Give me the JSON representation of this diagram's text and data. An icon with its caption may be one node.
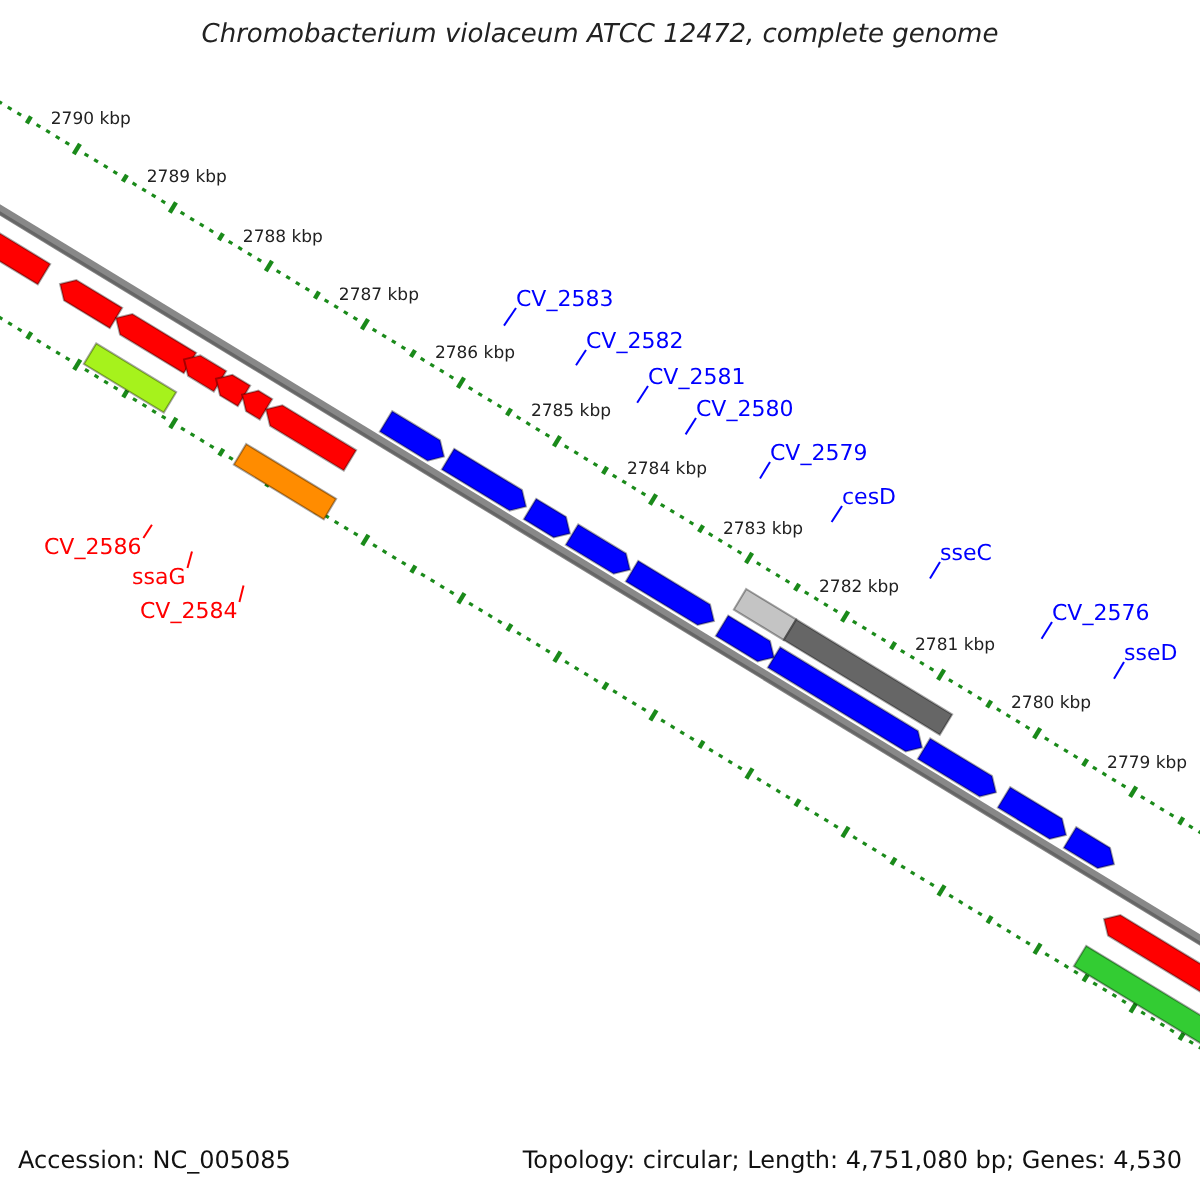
{
  "diagram": {
    "title": "Chromobacterium violaceum ATCC 12472, complete genome",
    "nodes": [
      {
        "text": [
          "CV_2583"
        ]
      },
      {
        "text": [
          "CV_2582"
        ]
      },
      {
        "text": [
          "CV_2581"
        ]
      },
      {
        "text": [
          "CV_2580"
        ]
      },
      {
        "text": [
          "CV_2579"
        ]
      },
      {
        "text": [
          "cesD"
        ]
      },
      {
        "text": [
          "CV_2586"
        ]
      },
      {
        "text": [
          "sseC"
        ]
      },
      {
        "text": [
          "ssaG"
        ]
      },
      {
        "text": [
          "CV_2584"
        ]
      },
      {
        "text": [
          "CV_2576"
        ]
      },
      {
        "text": [
          "sseD"
        ]
      }
    ],
    "edges": [
      {
        "from": 0,
        "to": null,
        "arrow": "none"
      },
      {
        "from": 1,
        "to": null,
        "arrow": "none"
      },
      {
        "from": 2,
        "to": null,
        "arrow": "none"
      },
      {
        "from": 3,
        "to": null,
        "arrow": "none"
      },
      {
        "from": 4,
        "to": null,
        "arrow": "none"
      },
      {
        "from": 5,
        "to": null,
        "arrow": "none"
      },
      {
        "from": 6,
        "to": null,
        "arrow": "none",
        "color": "#ff0000"
      },
      {
        "from": 7,
        "to": null,
        "arrow": "none"
      },
      {
        "from": 8,
        "to": null,
        "arrow": "none",
        "color": "#ff0000"
      },
      {
        "from": 9,
        "to": null,
        "arrow": "none",
        "color": "#ff0000"
      },
      {
        "from": 10,
        "to": null,
        "arrow": "none"
      },
      {
        "from": 11,
        "to": null,
        "arrow": "none"
      }
    ],
    "labels": [
      "2790 kbp",
      "2789 kbp",
      "2788 kbp",
      "2787 kbp",
      "2786 kbp",
      "2785 kbp",
      "2784 kbp",
      "2783 kbp",
      "2782 kbp",
      "2781 kbp",
      "2780 kbp",
      "2779 kbp",
      "Accession: NC_005085",
      "Topology: circular; Length: 4,751,080 bp; Genes: 4,530"
    ]
  }
}
